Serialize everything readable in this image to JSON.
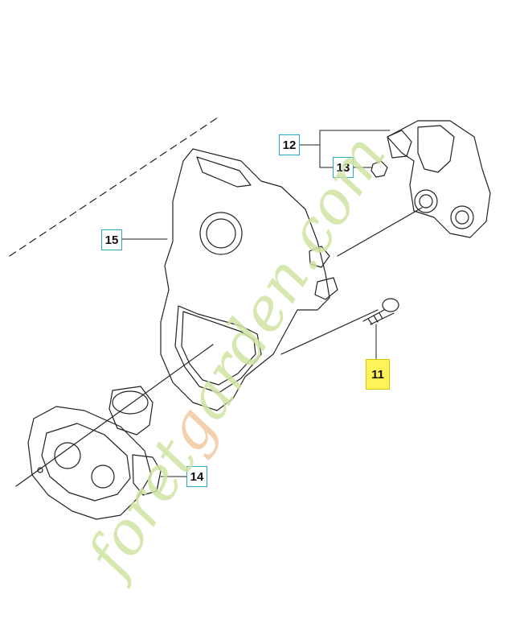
{
  "diagram": {
    "callouts": [
      {
        "id": "12",
        "label": "12"
      },
      {
        "id": "13",
        "label": "13"
      },
      {
        "id": "15",
        "label": "15"
      },
      {
        "id": "11",
        "label": "11",
        "highlighted": true
      },
      {
        "id": "14",
        "label": "14"
      }
    ],
    "watermark": "foretgarden.com",
    "colors": {
      "callout_border": "#29a9c5",
      "highlight": "#fff35a",
      "line": "#222222",
      "watermark_green": "#cfe3a2",
      "watermark_orange": "#f2c9a1"
    }
  }
}
